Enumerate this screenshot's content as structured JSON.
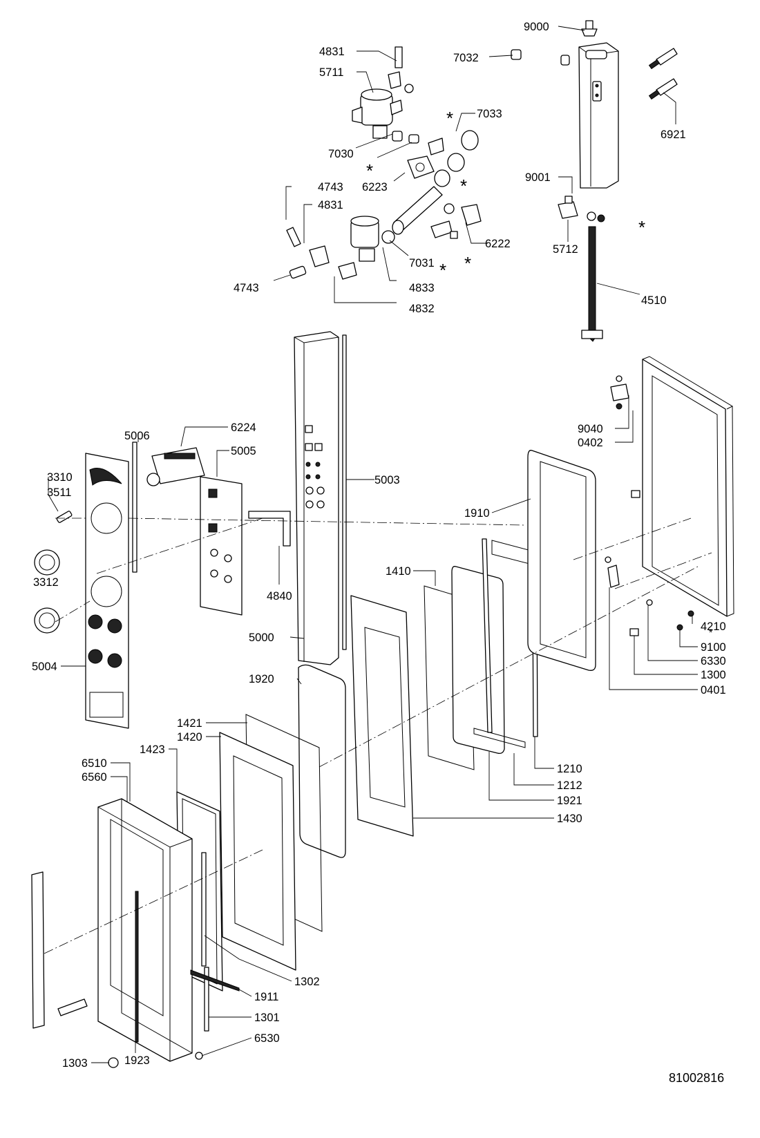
{
  "drawing_number": "81002816",
  "callouts": [
    {
      "id": "9000",
      "label": "9000"
    },
    {
      "id": "4831a",
      "label": "4831"
    },
    {
      "id": "5711",
      "label": "5711"
    },
    {
      "id": "7032",
      "label": "7032"
    },
    {
      "id": "7033",
      "label": "7033"
    },
    {
      "id": "7030",
      "label": "7030"
    },
    {
      "id": "6921",
      "label": "6921"
    },
    {
      "id": "6223",
      "label": "6223"
    },
    {
      "id": "9001",
      "label": "9001"
    },
    {
      "id": "4743a",
      "label": "4743"
    },
    {
      "id": "4831b",
      "label": "4831"
    },
    {
      "id": "6222",
      "label": "6222"
    },
    {
      "id": "5712",
      "label": "5712"
    },
    {
      "id": "7031",
      "label": "7031"
    },
    {
      "id": "4743b",
      "label": "4743"
    },
    {
      "id": "4833",
      "label": "4833"
    },
    {
      "id": "4510",
      "label": "4510"
    },
    {
      "id": "4832",
      "label": "4832"
    },
    {
      "id": "5006",
      "label": "5006"
    },
    {
      "id": "6224",
      "label": "6224"
    },
    {
      "id": "5005",
      "label": "5005"
    },
    {
      "id": "9040",
      "label": "9040"
    },
    {
      "id": "0402",
      "label": "0402"
    },
    {
      "id": "3310",
      "label": "3310"
    },
    {
      "id": "3511",
      "label": "3511"
    },
    {
      "id": "5003",
      "label": "5003"
    },
    {
      "id": "1910",
      "label": "1910"
    },
    {
      "id": "3312",
      "label": "3312"
    },
    {
      "id": "1410",
      "label": "1410"
    },
    {
      "id": "4840",
      "label": "4840"
    },
    {
      "id": "4210",
      "label": "4210"
    },
    {
      "id": "5000",
      "label": "5000"
    },
    {
      "id": "9100",
      "label": "9100"
    },
    {
      "id": "5004",
      "label": "5004"
    },
    {
      "id": "6330",
      "label": "6330"
    },
    {
      "id": "1300",
      "label": "1300"
    },
    {
      "id": "1920",
      "label": "1920"
    },
    {
      "id": "0401",
      "label": "0401"
    },
    {
      "id": "1421",
      "label": "1421"
    },
    {
      "id": "1420",
      "label": "1420"
    },
    {
      "id": "1423",
      "label": "1423"
    },
    {
      "id": "6510",
      "label": "6510"
    },
    {
      "id": "6560",
      "label": "6560"
    },
    {
      "id": "1210",
      "label": "1210"
    },
    {
      "id": "1212",
      "label": "1212"
    },
    {
      "id": "1921",
      "label": "1921"
    },
    {
      "id": "1430",
      "label": "1430"
    },
    {
      "id": "1302",
      "label": "1302"
    },
    {
      "id": "1911",
      "label": "1911"
    },
    {
      "id": "1301",
      "label": "1301"
    },
    {
      "id": "1303",
      "label": "1303"
    },
    {
      "id": "6530",
      "label": "6530"
    },
    {
      "id": "1923",
      "label": "1923"
    }
  ],
  "asterisk": "*"
}
